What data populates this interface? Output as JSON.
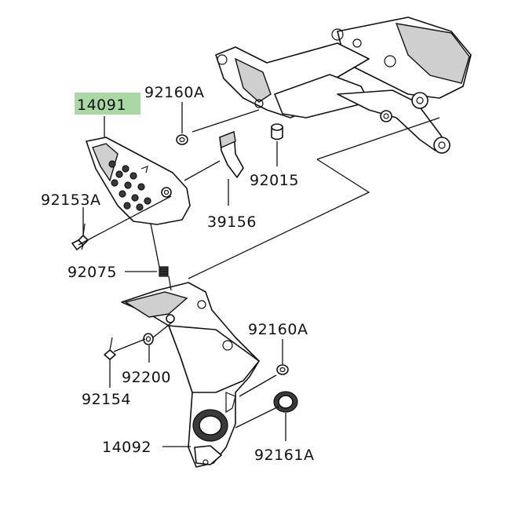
{
  "highlight_color": "#a9d8a5",
  "labels": {
    "p14091": "14091",
    "p92160a_top": "92160A",
    "p92015": "92015",
    "p92153a": "92153A",
    "p39156": "39156",
    "p92075": "92075",
    "p92160a_mid": "92160A",
    "p92200": "92200",
    "p92154": "92154",
    "p14092": "14092",
    "p92161a": "92161A"
  }
}
